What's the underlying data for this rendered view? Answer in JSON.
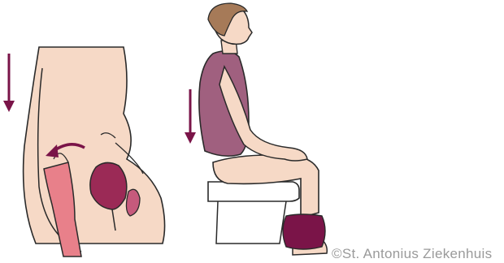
{
  "illustration": {
    "panels": [
      {
        "name": "anatomy-cross-section",
        "arrows": [
          "down-arrow",
          "curved-arrow"
        ]
      },
      {
        "name": "seated-person-on-toilet",
        "arrows": [
          "down-arrow"
        ]
      }
    ],
    "colors": {
      "arrow": "#7a1448",
      "skin": "#f6d9c6",
      "rectum_pink": "#e8808a",
      "bladder_dark": "#9b2a56",
      "top_purple": "#a0607f",
      "sock_purple": "#7a1448",
      "hair": "#a67a58",
      "outline": "#2a2a2a"
    }
  },
  "copyright_text": "©St. Antonius Ziekenhuis"
}
